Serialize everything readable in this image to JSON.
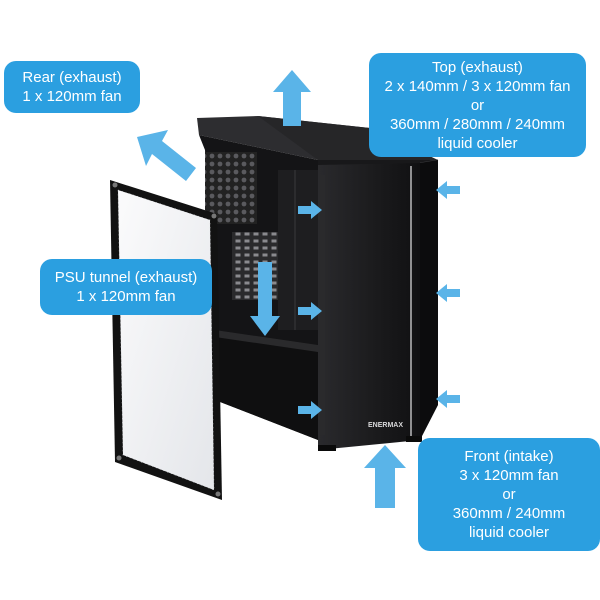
{
  "callouts": {
    "rear": {
      "lines": [
        "Rear (exhaust)",
        "1 x 120mm fan"
      ]
    },
    "top": {
      "lines": [
        "Top (exhaust)",
        "2 x 140mm / 3 x 120mm fan",
        "or",
        "360mm / 280mm / 240mm",
        "liquid cooler"
      ]
    },
    "psu": {
      "lines": [
        "PSU tunnel (exhaust)",
        "1 x 120mm fan"
      ]
    },
    "front": {
      "lines": [
        "Front (intake)",
        "3 x 120mm fan",
        "or",
        "360mm / 240mm",
        "liquid cooler"
      ]
    }
  },
  "case": {
    "brand_logo": "ENERMAX"
  },
  "colors": {
    "callout_bg": "#2b9fe0",
    "arrow": "#5ab4e8",
    "case_body": "#1c1c1e",
    "case_edge": "#3a3a3d",
    "panel_frame": "#111111",
    "panel_glass": "#f2f3f5"
  }
}
